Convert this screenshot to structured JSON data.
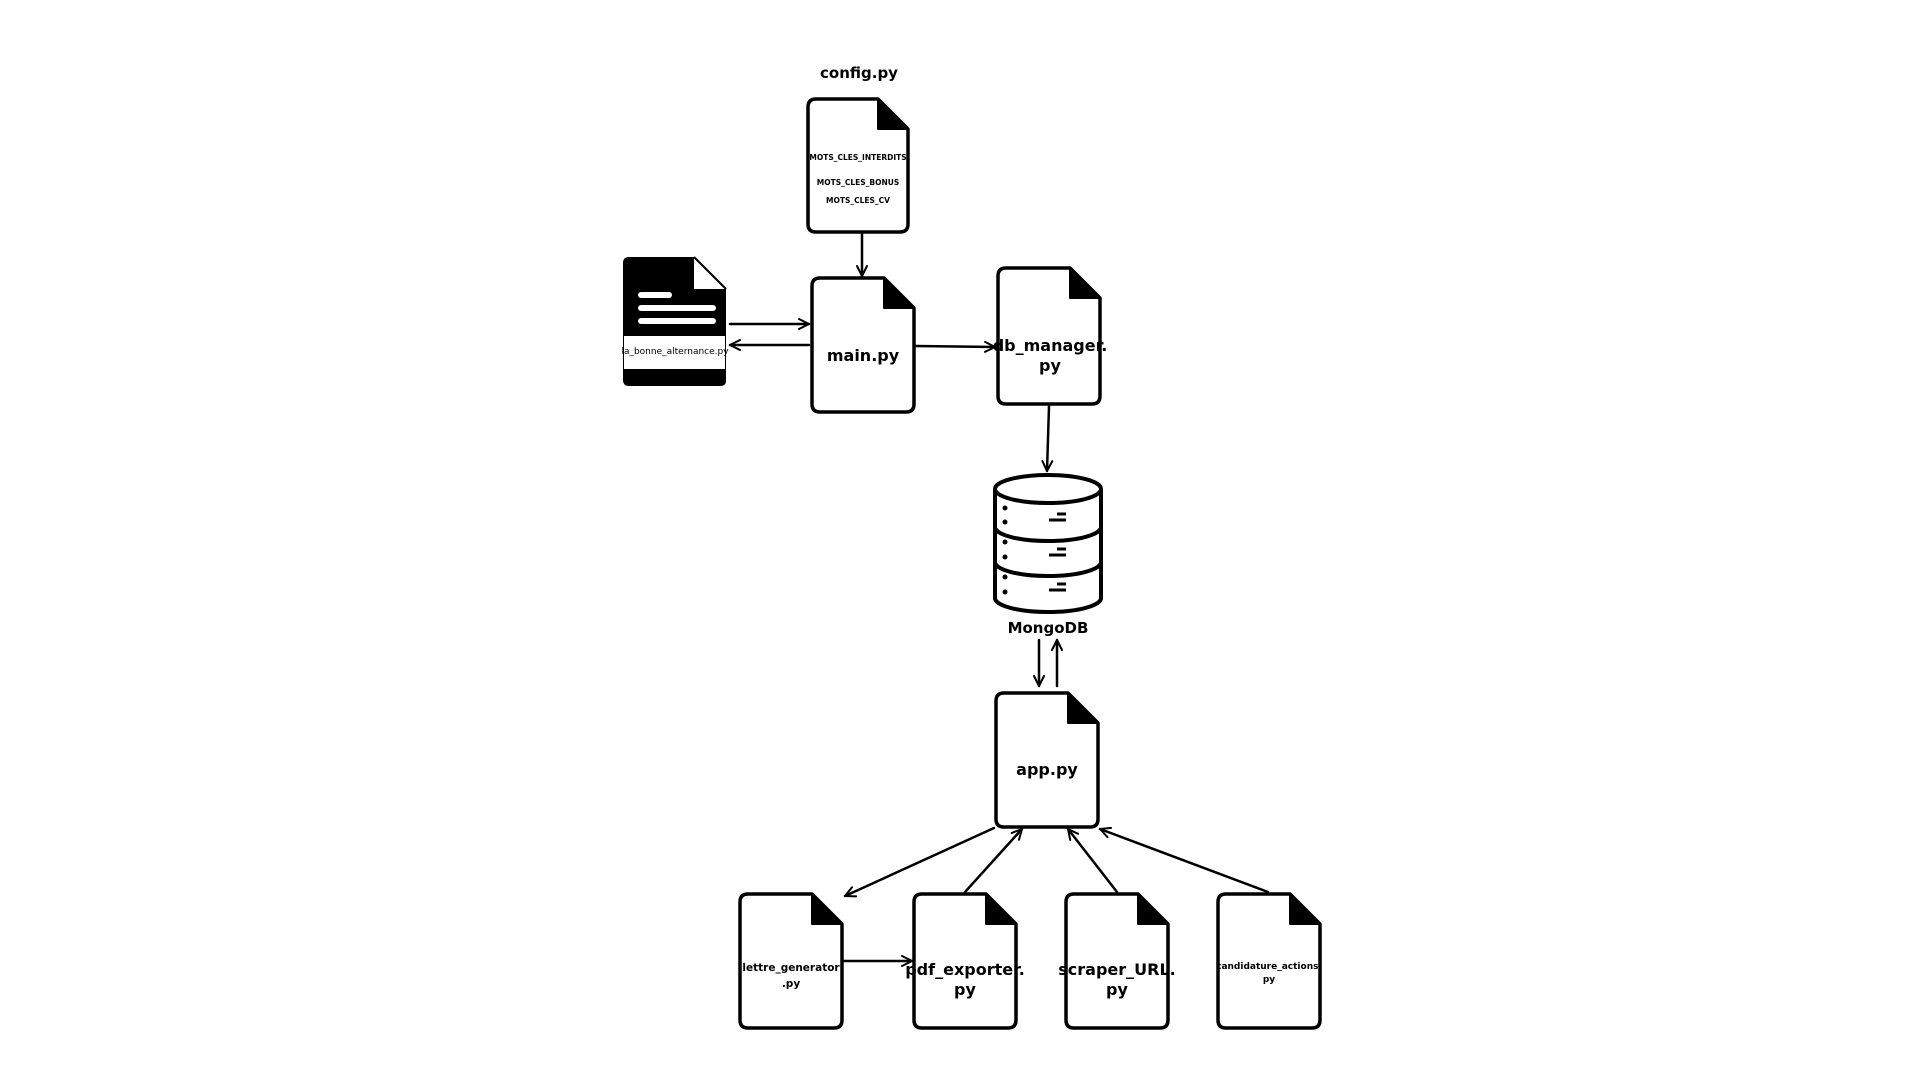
{
  "diagram": {
    "config": {
      "title": "config.py",
      "keywords": [
        "MOTS_CLES_INTERDITS",
        "MOTS_CLES_BONUS",
        "MOTS_CLES_CV"
      ]
    },
    "la_bonne": {
      "label": "la_bonne_alternance.py"
    },
    "main": {
      "label": "main.py"
    },
    "db_manager": {
      "line1": "db_manager.",
      "line2": "py"
    },
    "mongodb": {
      "label": "MongoDB"
    },
    "app": {
      "label": "app.py"
    },
    "lettre": {
      "line1": "lettre_generator",
      "line2": ".py"
    },
    "pdf": {
      "line1": "pdf_exporter.",
      "line2": "py"
    },
    "scraper": {
      "line1": "scraper_URL.",
      "line2": "py"
    },
    "candidature": {
      "line1": "candidature_actions.",
      "line2": "py"
    }
  }
}
